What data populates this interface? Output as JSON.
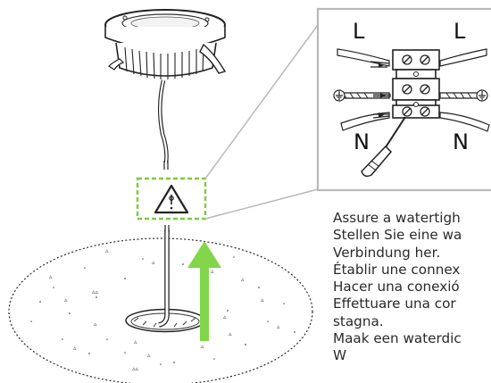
{
  "terminal_labels": {
    "live_left": "L",
    "live_right": "L",
    "neutral_left": "N",
    "neutral_right": "N"
  },
  "instructions": [
    "Assure a watertigh",
    "Stellen Sie eine wa",
    "Verbindung her.",
    "Établir une connex",
    "Hacer una conexió",
    "Effettuare una cor",
    "stagna.",
    "Maak een waterdic",
    "W"
  ],
  "colors": {
    "highlight_green": "#7dcc3a",
    "arrow_green": "#82d64a",
    "frame_gray": "#b9b9b9"
  },
  "icons": [
    "warning-triangle-icon",
    "ground-symbol-icon",
    "screwdriver-icon",
    "arrow-up-icon"
  ]
}
